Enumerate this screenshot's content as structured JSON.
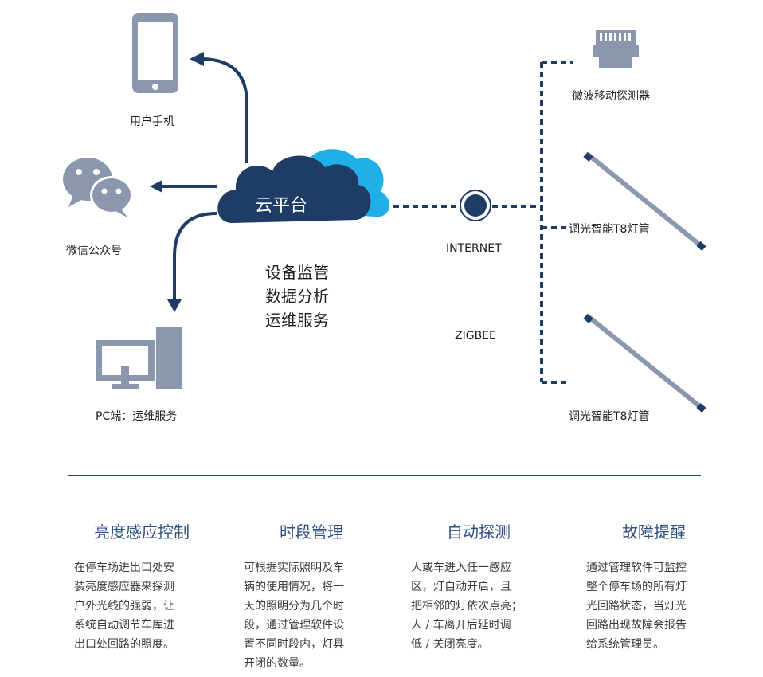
{
  "left": {
    "phone_label": "用户手机",
    "wechat_label": "微信公众号",
    "pc_label": "PC端：运维服务"
  },
  "cloud": {
    "title": "云平台",
    "services": [
      "设备监管",
      "数据分析",
      "运维服务"
    ]
  },
  "network": {
    "internet_label": "INTERNET",
    "zigbee_label": "ZIGBEE"
  },
  "right": {
    "sensor_label": "微波移动探测器",
    "tube1_label": "调光智能T8灯管",
    "tube2_label": "调光智能T8灯管"
  },
  "features": [
    {
      "title": "亮度感应控制",
      "lines": [
        "在停车场进出口处安",
        "装亮度感应器来探测",
        "户外光线的强弱，让",
        "系统自动调节车库进",
        "出口处回路的照度。"
      ]
    },
    {
      "title": "时段管理",
      "lines": [
        "可根据实际照明及车",
        "辆的使用情况，将一",
        "天的照明分为几个时",
        "段，通过管理软件设",
        "置不同时段内，灯具",
        "开闭的数量。"
      ]
    },
    {
      "title": "自动探测",
      "lines": [
        "人或车进入任一感应",
        "区，灯自动开启，且",
        "把相邻的灯依次点亮；",
        "人 / 车离开后延时调",
        "低 / 关闭亮度。"
      ]
    },
    {
      "title": "故障提醒",
      "lines": [
        "通过管理软件可监控",
        "整个停车场的所有灯",
        "光回路状态，当灯光",
        "回路出现故障会报告",
        "给系统管理员。"
      ]
    }
  ],
  "colors": {
    "navy": "#1f3c64",
    "cyan": "#1fb0e8",
    "icon_gray": "#8a97ad",
    "divider": "#2b4a7a"
  }
}
